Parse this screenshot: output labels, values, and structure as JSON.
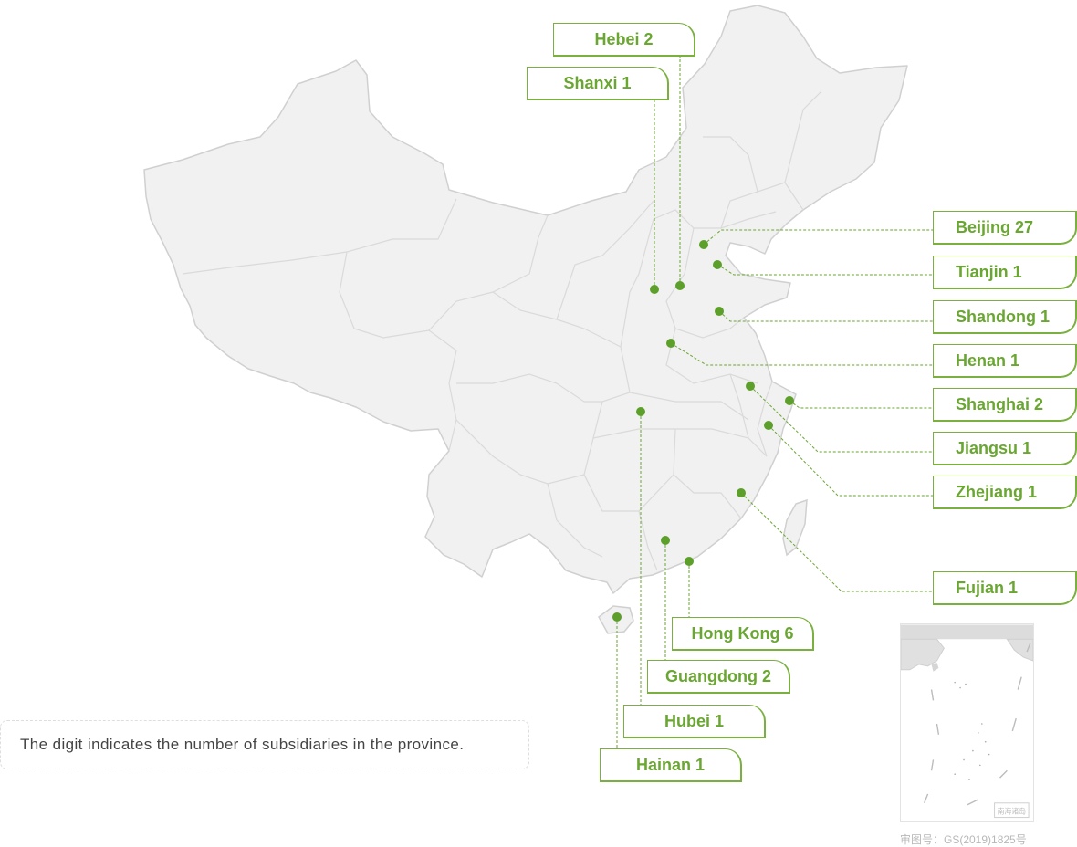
{
  "map": {
    "land_color": "#f0f1f0",
    "border_color": "#d5d6d5",
    "accent": "#6aa632",
    "dot_color": "#5c9f2a"
  },
  "legend": {
    "text": "The digit indicates the number of subsidiaries in the province."
  },
  "inset": {
    "stamp": "南海诸岛"
  },
  "approval_number": "审图号：GS(2019)1825号",
  "locations": [
    {
      "key": "hebei",
      "label": "Hebei 2",
      "province": "Hebei",
      "count": 2
    },
    {
      "key": "shanxi",
      "label": "Shanxi 1",
      "province": "Shanxi",
      "count": 1
    },
    {
      "key": "beijing",
      "label": "Beijing 27",
      "province": "Beijing",
      "count": 27
    },
    {
      "key": "tianjin",
      "label": "Tianjin 1",
      "province": "Tianjin",
      "count": 1
    },
    {
      "key": "shandong",
      "label": "Shandong 1",
      "province": "Shandong",
      "count": 1
    },
    {
      "key": "henan",
      "label": "Henan 1",
      "province": "Henan",
      "count": 1
    },
    {
      "key": "shanghai",
      "label": "Shanghai 2",
      "province": "Shanghai",
      "count": 2
    },
    {
      "key": "jiangsu",
      "label": "Jiangsu 1",
      "province": "Jiangsu",
      "count": 1
    },
    {
      "key": "zhejiang",
      "label": "Zhejiang 1",
      "province": "Zhejiang",
      "count": 1
    },
    {
      "key": "fujian",
      "label": "Fujian 1",
      "province": "Fujian",
      "count": 1
    },
    {
      "key": "hongkong",
      "label": "Hong Kong 6",
      "province": "Hong Kong",
      "count": 6
    },
    {
      "key": "guangdong",
      "label": "Guangdong 2",
      "province": "Guangdong",
      "count": 2
    },
    {
      "key": "hubei",
      "label": "Hubei 1",
      "province": "Hubei",
      "count": 1
    },
    {
      "key": "hainan",
      "label": "Hainan 1",
      "province": "Hainan",
      "count": 1
    }
  ]
}
